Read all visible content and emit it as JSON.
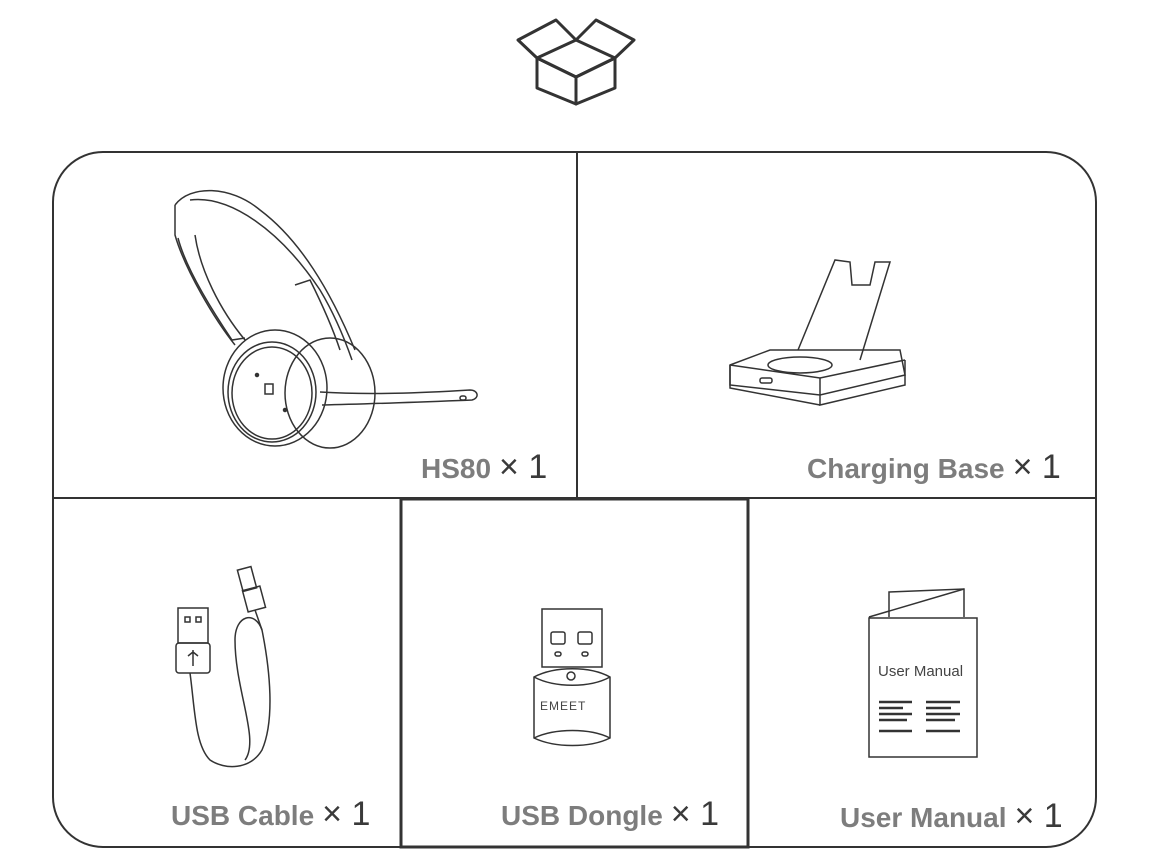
{
  "items": [
    {
      "name": "HS80",
      "qty": "× 1"
    },
    {
      "name": "Charging Base",
      "qty": "× 1"
    },
    {
      "name": "USB Cable",
      "qty": "× 1"
    },
    {
      "name": "USB Dongle",
      "qty": "× 1"
    },
    {
      "name": "User Manual",
      "qty": "× 1"
    }
  ],
  "dongle_brand": "EMEET",
  "manual_cover_title": "User Manual",
  "colors": {
    "line": "#333333",
    "label": "#7d7d7d"
  }
}
